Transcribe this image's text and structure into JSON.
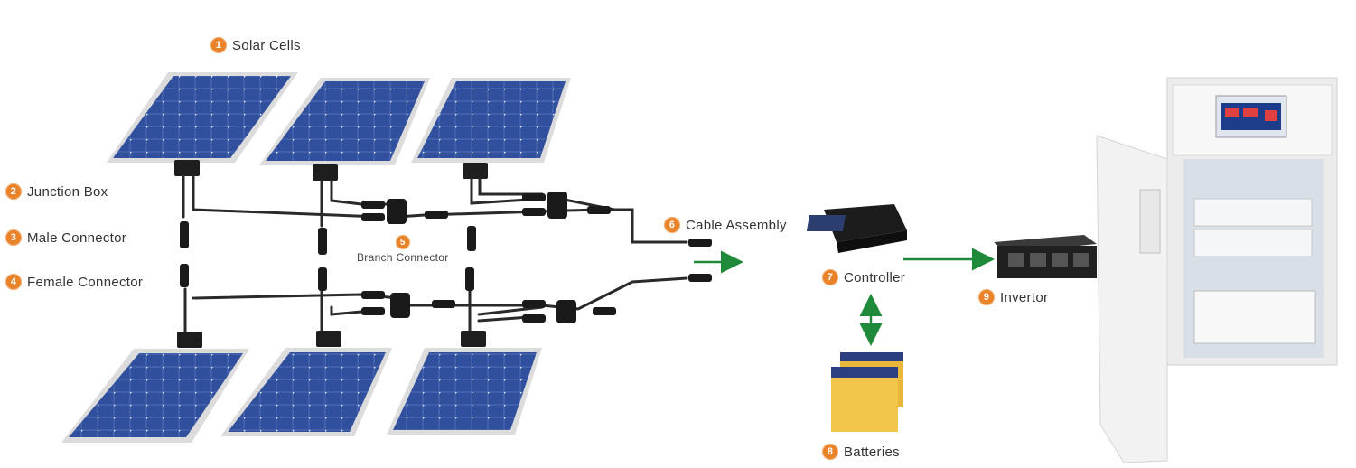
{
  "labels": {
    "solar_cells": {
      "num": "1",
      "text": "Solar Cells"
    },
    "junction_box": {
      "num": "2",
      "text": "Junction Box"
    },
    "male_connector": {
      "num": "3",
      "text": "Male Connector"
    },
    "female_connector": {
      "num": "4",
      "text": "Female Connector"
    },
    "branch_connector": {
      "num": "5",
      "text": "Branch Connector"
    },
    "cable_assembly": {
      "num": "6",
      "text": "Cable Assembly"
    },
    "controller": {
      "num": "7",
      "text": "Controller"
    },
    "batteries": {
      "num": "8",
      "text": "Batteries"
    },
    "inverter": {
      "num": "9",
      "text": "Invertor"
    }
  },
  "colors": {
    "badge": "#e8832a",
    "panel_cell": "#2f4f9e",
    "arrow": "#1f8a3a",
    "battery": "#f2c64a"
  }
}
